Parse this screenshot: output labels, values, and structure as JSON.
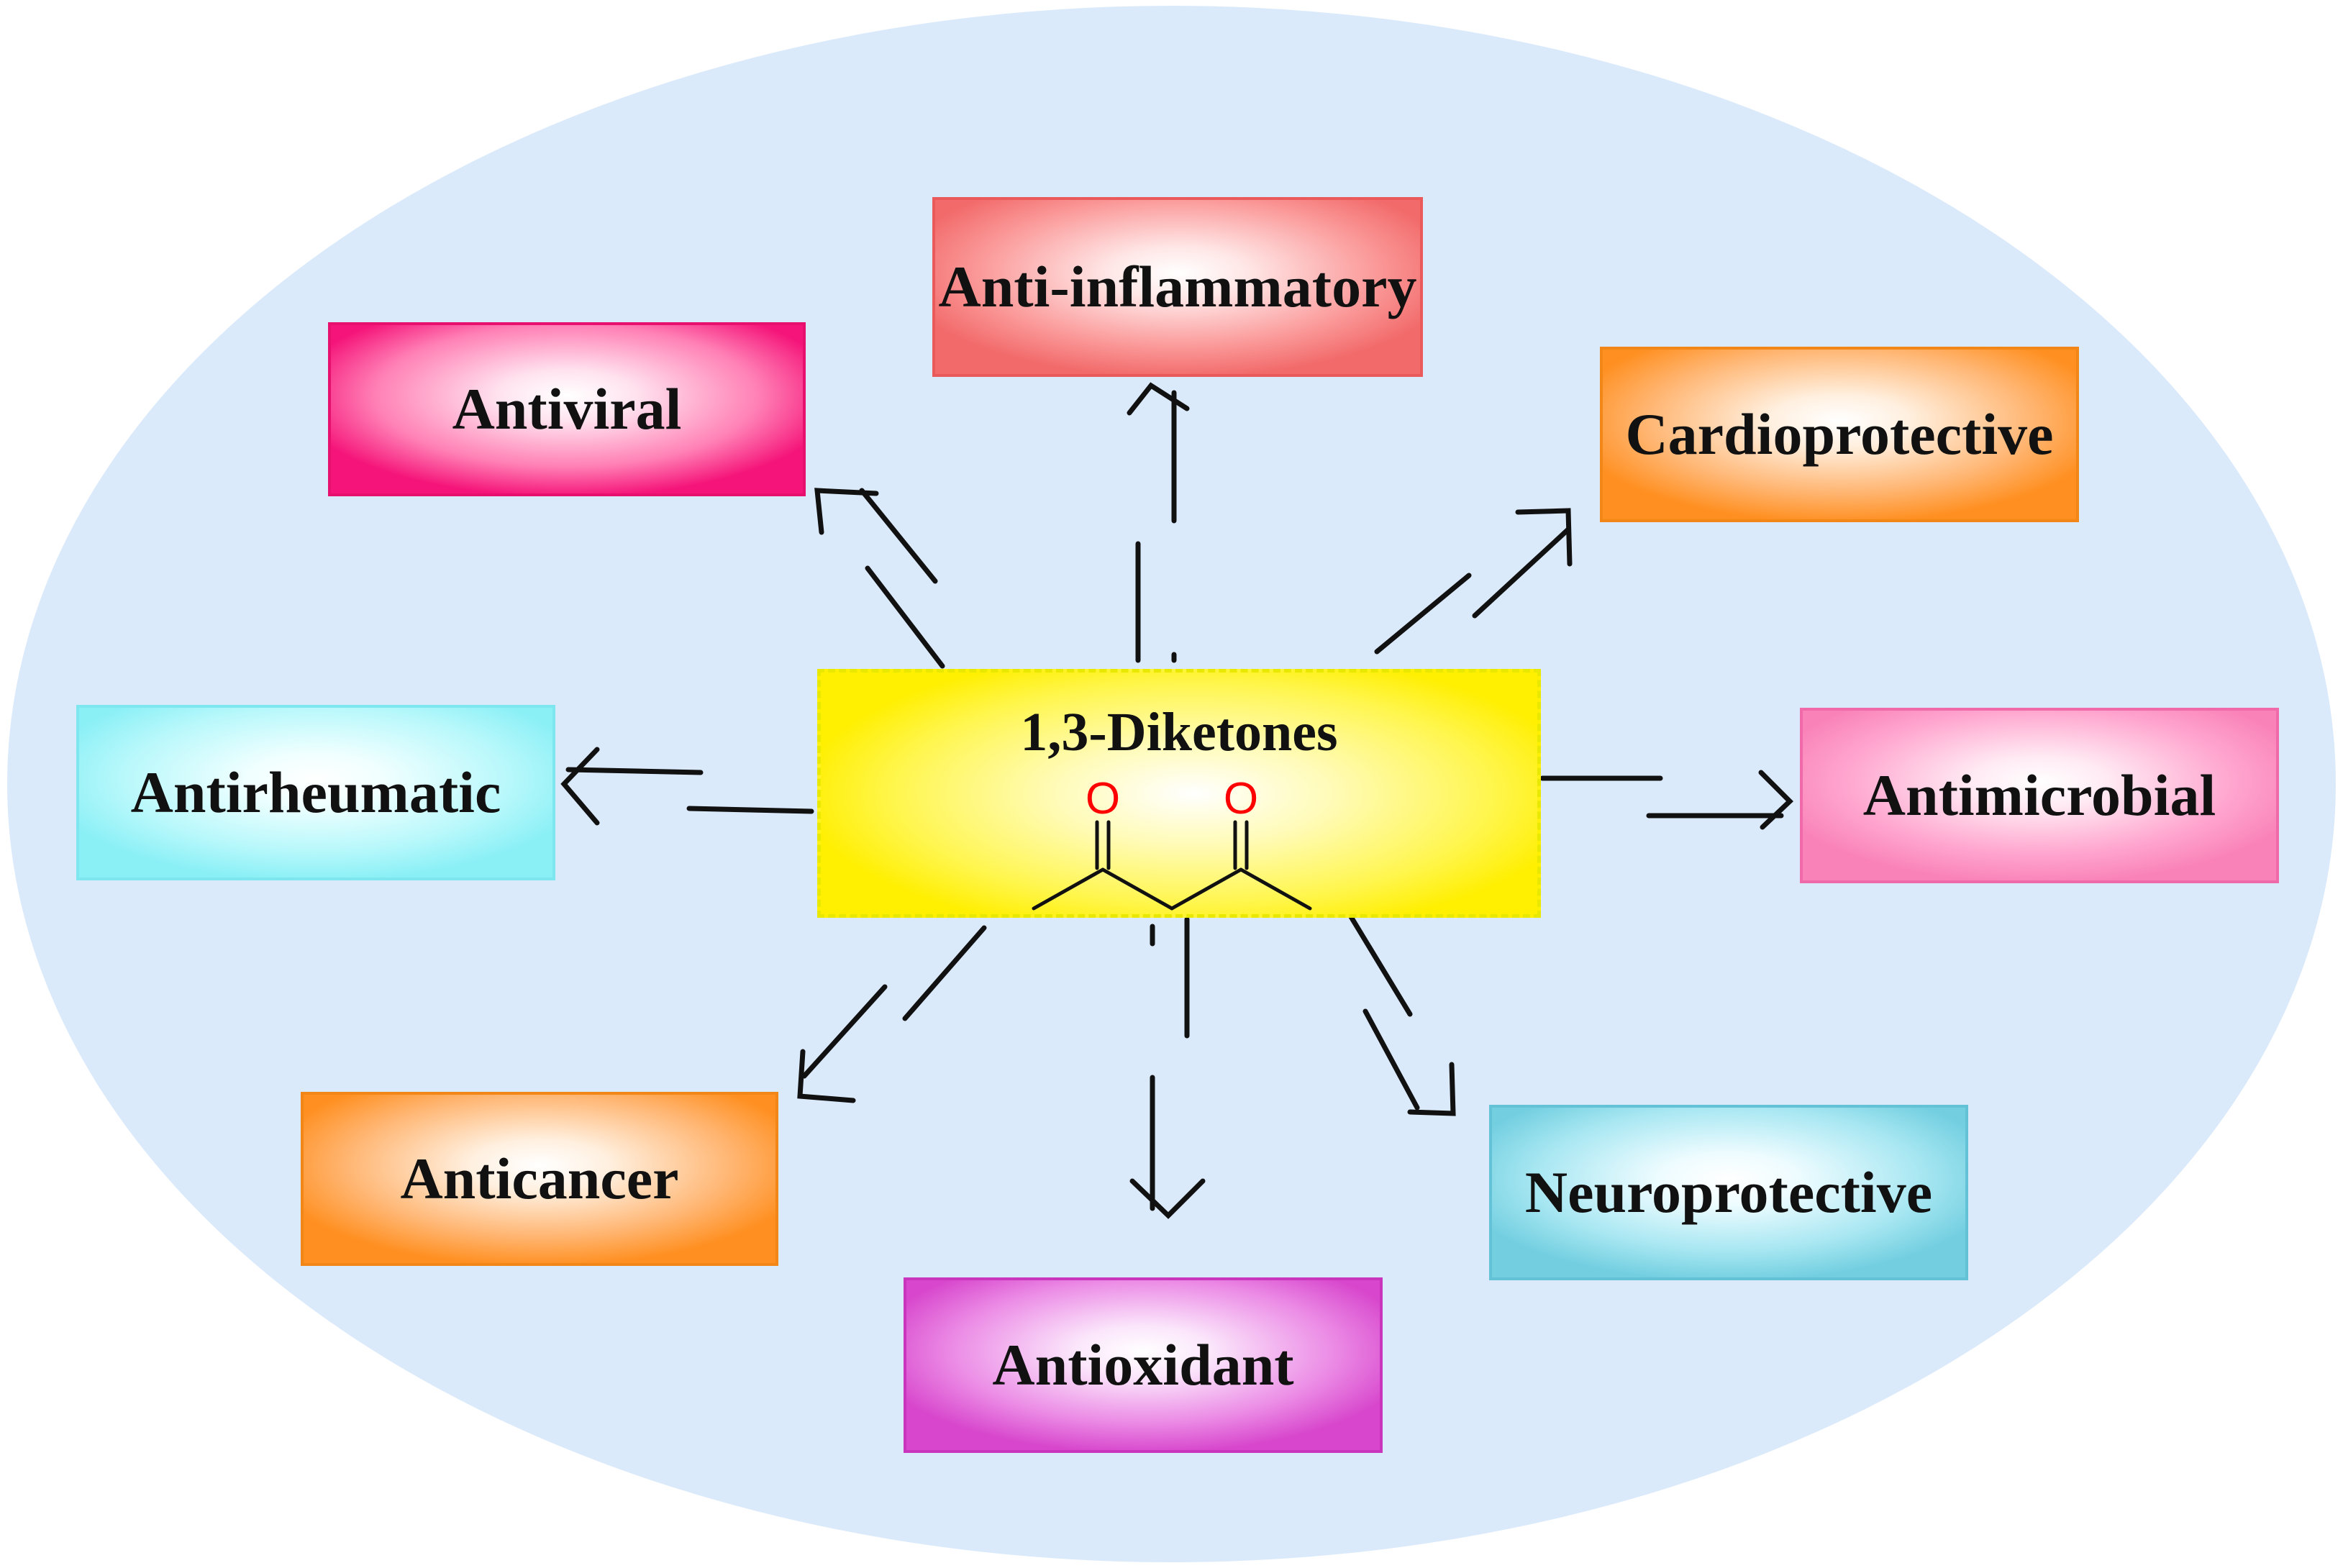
{
  "diagram": {
    "center": {
      "title": "1,3-Diketones",
      "atoms": {
        "oxygen_left": "O",
        "oxygen_right": "O"
      }
    },
    "activities": {
      "anti_inflammatory": "Anti-inflammatory",
      "antiviral": "Antiviral",
      "cardioprotective": "Cardioprotective",
      "antirheumatic": "Antirheumatic",
      "antimicrobial": "Antimicrobial",
      "anticancer": "Anticancer",
      "neuroprotective": "Neuroprotective",
      "antioxidant": "Antioxidant"
    },
    "colors": {
      "background_ellipse": "#dbeafb",
      "center_fill": "#fff650",
      "oxygen": "#ff0000",
      "anti_inflammatory": "#f26a6a",
      "antiviral": "#f5157a",
      "cardioprotective": "#ff8f20",
      "antirheumatic": "#8af0f6",
      "antimicrobial": "#f982b8",
      "anticancer": "#ff8f20",
      "neuroprotective": "#73cfe0",
      "antioxidant": "#d746cc"
    }
  }
}
